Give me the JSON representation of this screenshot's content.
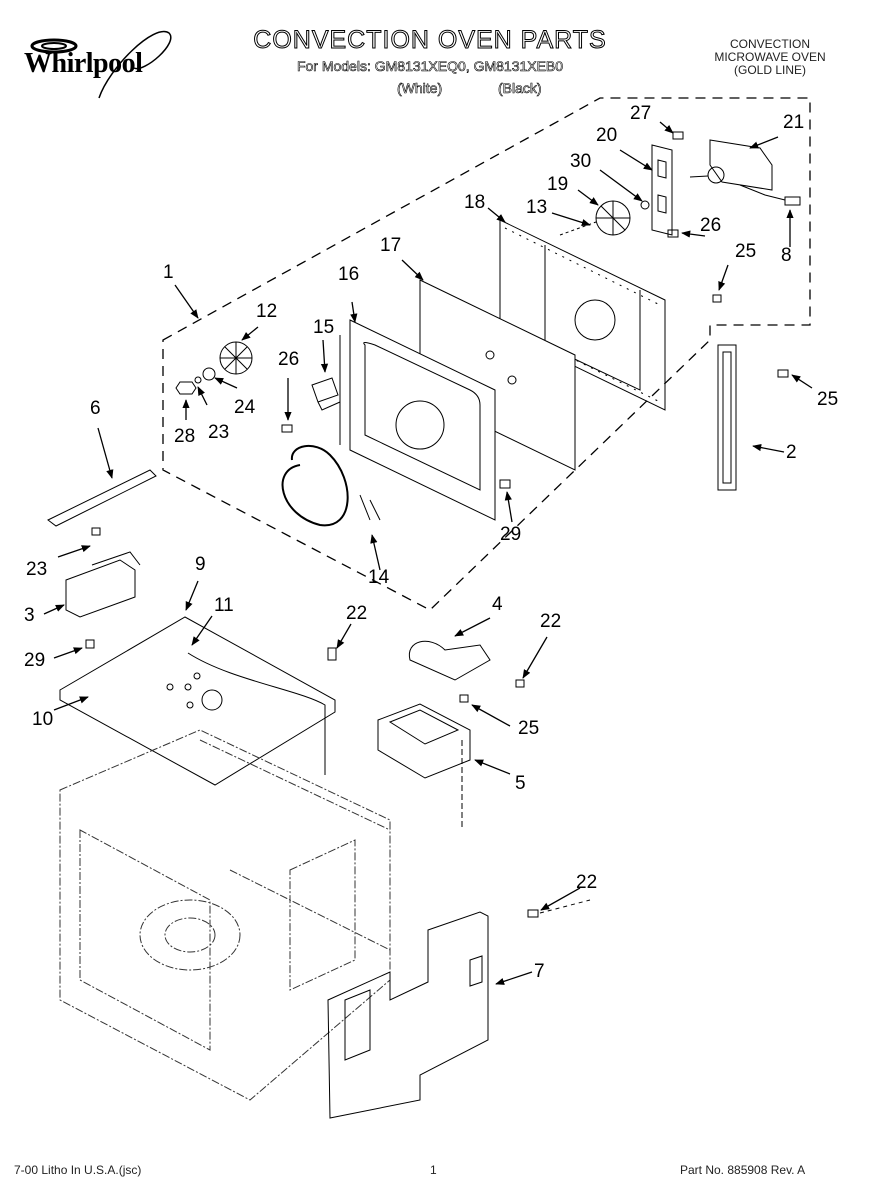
{
  "header": {
    "brand": "Whirlpool",
    "title": "CONVECTION OVEN PARTS",
    "models_line": "For Models: GM8131XEQ0, GM8131XEB0",
    "variant_white": "(White)",
    "variant_black": "(Black)",
    "product_type": [
      "CONVECTION",
      "MICROWAVE OVEN",
      "(GOLD LINE)"
    ]
  },
  "callouts": [
    {
      "id": "1",
      "label": "1"
    },
    {
      "id": "2",
      "label": "2"
    },
    {
      "id": "3",
      "label": "3"
    },
    {
      "id": "4",
      "label": "4"
    },
    {
      "id": "5",
      "label": "5"
    },
    {
      "id": "6",
      "label": "6"
    },
    {
      "id": "7",
      "label": "7"
    },
    {
      "id": "8",
      "label": "8"
    },
    {
      "id": "9",
      "label": "9"
    },
    {
      "id": "10",
      "label": "10"
    },
    {
      "id": "11",
      "label": "11"
    },
    {
      "id": "12",
      "label": "12"
    },
    {
      "id": "13",
      "label": "13"
    },
    {
      "id": "14",
      "label": "14"
    },
    {
      "id": "15",
      "label": "15"
    },
    {
      "id": "16",
      "label": "16"
    },
    {
      "id": "17",
      "label": "17"
    },
    {
      "id": "18",
      "label": "18"
    },
    {
      "id": "19",
      "label": "19"
    },
    {
      "id": "20",
      "label": "20"
    },
    {
      "id": "21",
      "label": "21"
    },
    {
      "id": "22a",
      "label": "22"
    },
    {
      "id": "22b",
      "label": "22"
    },
    {
      "id": "22c",
      "label": "22"
    },
    {
      "id": "23a",
      "label": "23"
    },
    {
      "id": "23b",
      "label": "23"
    },
    {
      "id": "24",
      "label": "24"
    },
    {
      "id": "25a",
      "label": "25"
    },
    {
      "id": "25b",
      "label": "25"
    },
    {
      "id": "25c",
      "label": "25"
    },
    {
      "id": "26a",
      "label": "26"
    },
    {
      "id": "26b",
      "label": "26"
    },
    {
      "id": "27",
      "label": "27"
    },
    {
      "id": "28",
      "label": "28"
    },
    {
      "id": "29a",
      "label": "29"
    },
    {
      "id": "29b",
      "label": "29"
    },
    {
      "id": "30",
      "label": "30"
    }
  ],
  "footer": {
    "litho": "7-00 Litho In U.S.A.(jsc)",
    "page": "1",
    "part_no": "Part No. 885908 Rev. A"
  }
}
